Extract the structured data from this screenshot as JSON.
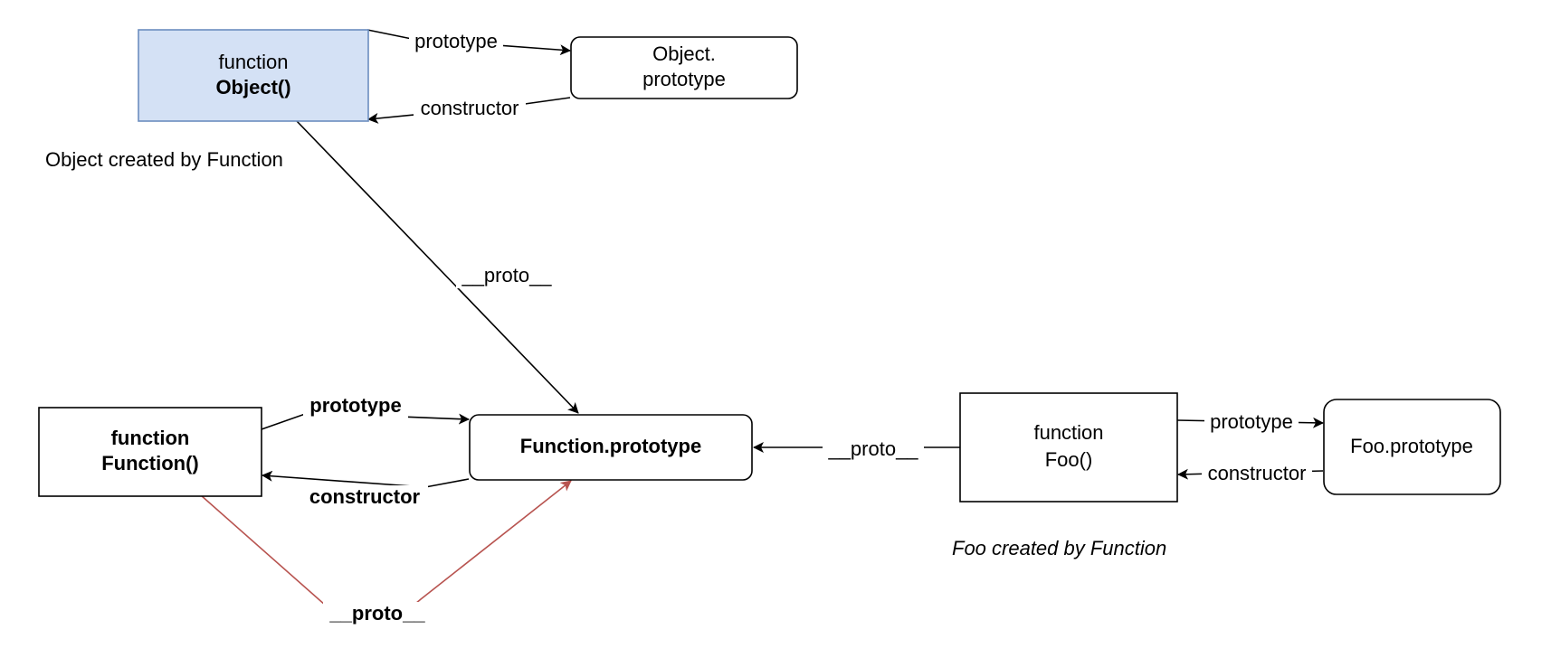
{
  "nodes": {
    "object_fn": {
      "line1": "function",
      "line2": "Object()"
    },
    "object_proto": {
      "line1": "Object.",
      "line2": "prototype"
    },
    "function_fn": {
      "line1": "function",
      "line2": "Function()"
    },
    "function_proto": {
      "line1": "Function.prototype"
    },
    "foo_fn": {
      "line1": "function",
      "line2": "Foo()"
    },
    "foo_proto": {
      "line1": "Foo.prototype"
    }
  },
  "edges": {
    "object_prototype": "prototype",
    "object_constructor": "constructor",
    "object_proto_link": "__proto__",
    "function_prototype": "prototype",
    "function_constructor": "constructor",
    "function_proto_link": "__proto__",
    "foo_proto_link": "__proto__",
    "foo_prototype": "prototype",
    "foo_constructor": "constructor"
  },
  "annotations": {
    "object_note": "Object created by Function",
    "foo_note": "Foo created by Function"
  },
  "colors": {
    "highlight_fill": "#d4e1f5",
    "highlight_stroke": "#6c8ebf",
    "self_proto_edge": "#b85450"
  }
}
